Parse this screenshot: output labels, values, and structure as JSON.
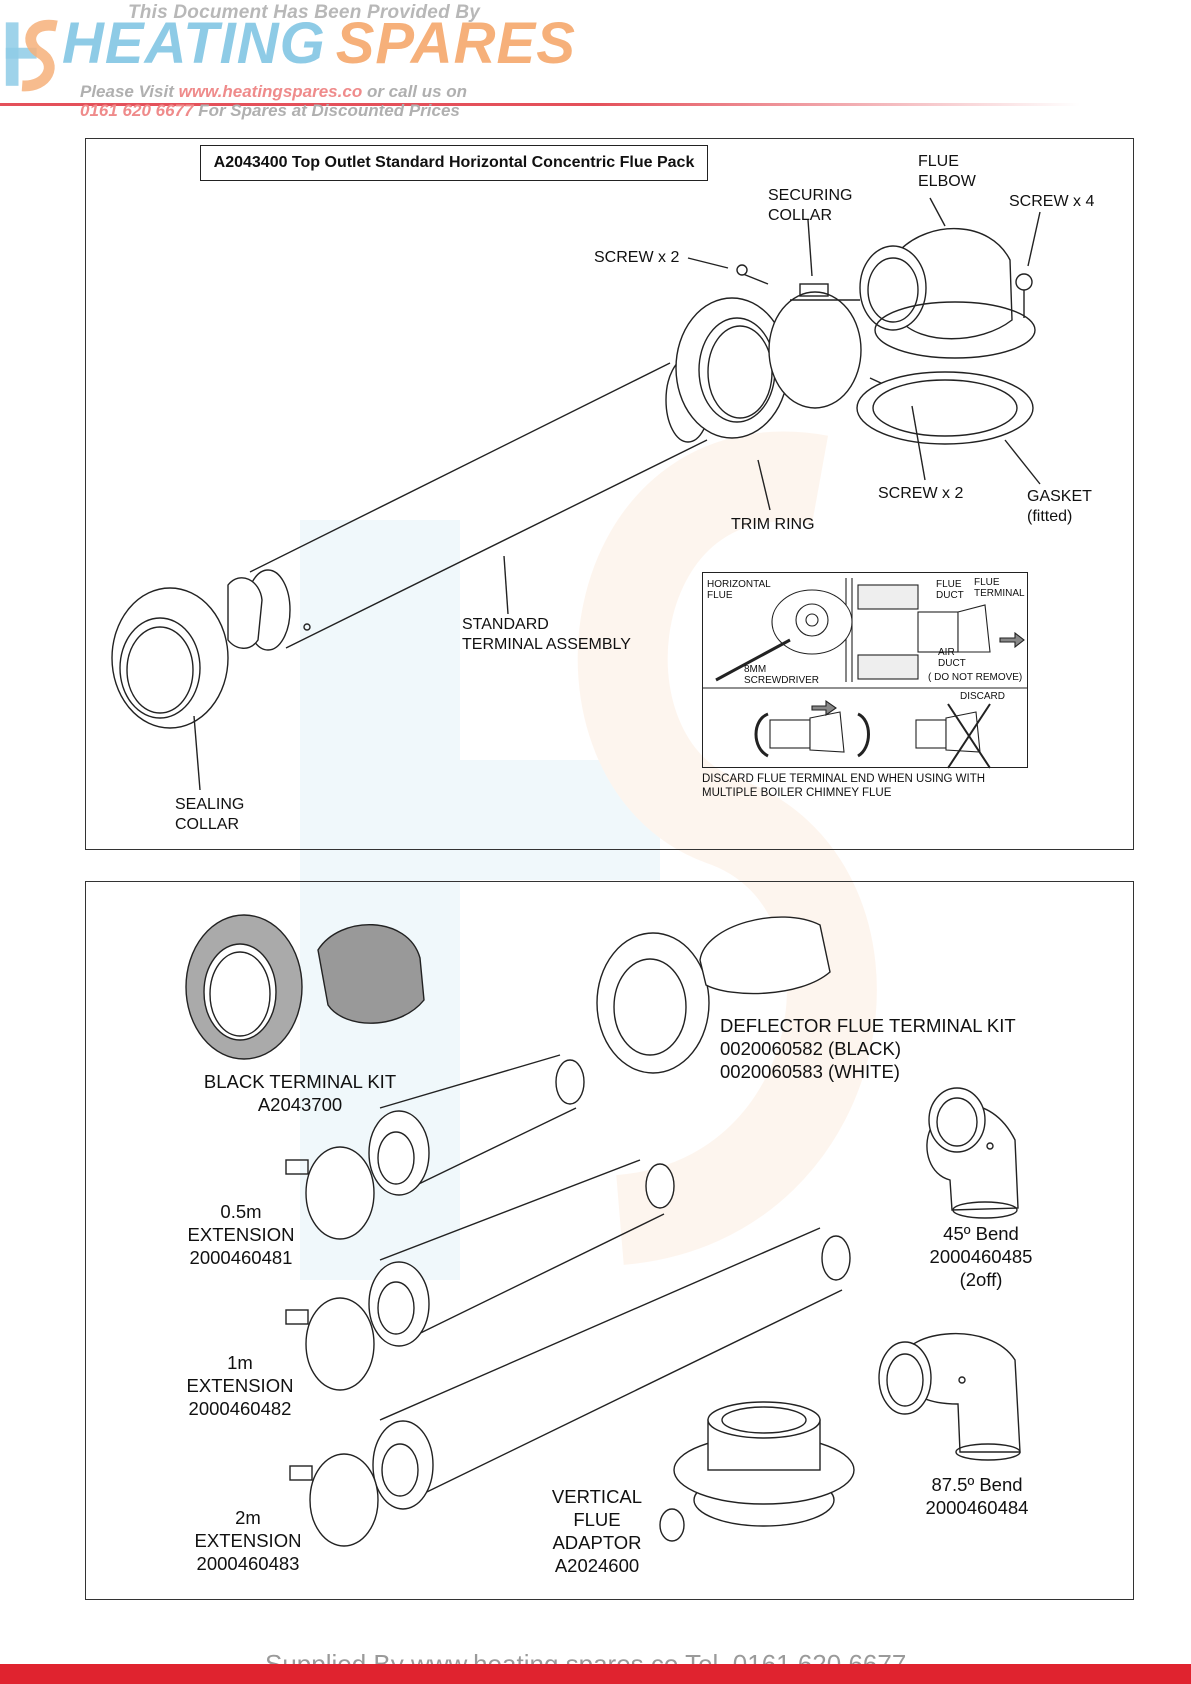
{
  "header": {
    "line1": "This Document Has Been Provided By",
    "brand_part1": "HEATING",
    "brand_part2": "SPARES",
    "line3_prefix": "Please Visit",
    "line3_url": "www.heatingspares.co",
    "line3_suffix": "or call us on",
    "line4_phone": "0161 620 6677",
    "line4_suffix": "For Spares at Discounted Prices"
  },
  "panel1": {
    "title": "A2043400 Top Outlet Standard Horizontal Concentric Flue Pack",
    "labels": {
      "flue_elbow_1": "FLUE",
      "flue_elbow_2": "ELBOW",
      "securing_collar_1": "SECURING",
      "securing_collar_2": "COLLAR",
      "screw_x4": "SCREW x 4",
      "screw_x2_top": "SCREW x 2",
      "screw_x2_bottom": "SCREW x 2",
      "gasket_1": "GASKET",
      "gasket_2": "(fitted)",
      "trim_ring": "TRIM RING",
      "standard_1": "STANDARD",
      "standard_2": "TERMINAL ASSEMBLY",
      "sealing_1": "SEALING",
      "sealing_2": "COLLAR"
    },
    "inset": {
      "horizontal_1": "HORIZONTAL",
      "horizontal_2": "FLUE",
      "screwdriver_1": "8MM",
      "screwdriver_2": "SCREWDRIVER",
      "flue_duct_1": "FLUE",
      "flue_duct_2": "DUCT",
      "flue_terminal_1": "FLUE",
      "flue_terminal_2": "TERMINAL",
      "air_duct_1": "AIR",
      "air_duct_2": "DUCT",
      "do_not_remove": "( DO NOT REMOVE)",
      "discard": "DISCARD",
      "note_1": "DISCARD FLUE TERMINAL END WHEN USING WITH",
      "note_2": "MULTIPLE BOILER CHIMNEY FLUE"
    }
  },
  "panel2": {
    "black_kit_1": "BLACK TERMINAL KIT",
    "black_kit_2": "A2043700",
    "deflector_1": "DEFLECTOR FLUE TERMINAL KIT",
    "deflector_2": "0020060582 (BLACK)",
    "deflector_3": "0020060583 (WHITE)",
    "ext05_1": "0.5m",
    "ext05_2": "EXTENSION",
    "ext05_3": "2000460481",
    "ext1_1": "1m",
    "ext1_2": "EXTENSION",
    "ext1_3": "2000460482",
    "ext2_1": "2m",
    "ext2_2": "EXTENSION",
    "ext2_3": "2000460483",
    "bend45_1": "45º Bend",
    "bend45_2": "2000460485",
    "bend45_3": "(2off)",
    "bend875_1": "87.5º Bend",
    "bend875_2": "2000460484",
    "vertical_1": "VERTICAL",
    "vertical_2": "FLUE",
    "vertical_3": "ADAPTOR",
    "vertical_4": "A2024600"
  },
  "footer": {
    "text": "Supplied By www.heating spares.co  Tel. 0161 620 6677"
  }
}
